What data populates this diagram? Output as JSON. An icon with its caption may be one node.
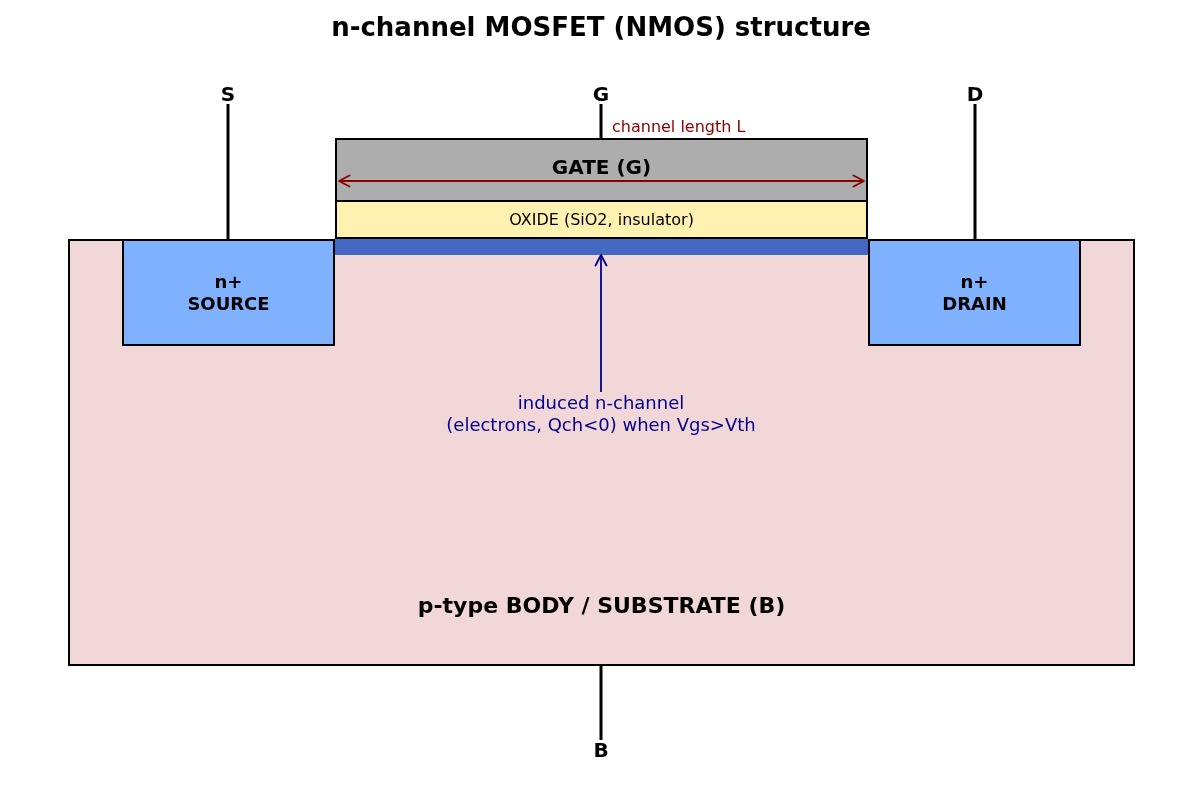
{
  "diagram": {
    "title": "n-channel MOSFET (NMOS) structure",
    "nodes": [
      {
        "text": [
          "S"
        ]
      },
      {
        "text": [
          "G"
        ]
      },
      {
        "text": [
          "D"
        ]
      },
      {
        "text": [
          "GATE (G)"
        ]
      },
      {
        "text": [
          "OXIDE (SiO2, insulator)"
        ]
      },
      {
        "text": [
          "p-type BODY / SUBSTRATE (B)"
        ]
      },
      {
        "text": [],
        "shape": "bar",
        "in": 5
      },
      {
        "text": [
          "n+ SOURCE"
        ],
        "in": 5
      },
      {
        "text": [
          "n+ DRAIN"
        ],
        "in": 5
      },
      {
        "text": [
          "induced n-channel (electrons, Qch<0) when Vgs>Vth"
        ],
        "in": 5
      },
      {
        "text": [
          "B"
        ]
      }
    ],
    "edges": [
      {
        "from": 0,
        "to": 7,
        "arrow": "none"
      },
      {
        "from": 1,
        "to": 3,
        "arrow": "none"
      },
      {
        "from": 2,
        "to": 8,
        "arrow": "none"
      },
      {
        "from": 9,
        "to": 6,
        "arrow": "to",
        "color": "#00008b"
      },
      {
        "from": 10,
        "to": 5,
        "arrow": "none"
      }
    ],
    "labels": [
      "channel length L"
    ]
  }
}
